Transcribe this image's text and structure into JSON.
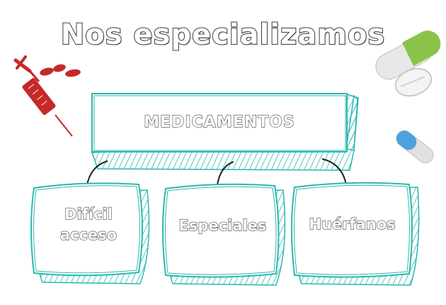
{
  "title": "Nos especializamos",
  "main_node": {
    "label": "MEDICAMENTOS"
  },
  "children": [
    {
      "label": "Difícil\nacceso"
    },
    {
      "label": "Especiales"
    },
    {
      "label": "Huérfanos"
    }
  ],
  "colors": {
    "box_outline": "#2ab7b0",
    "text_outline": "#3c3c3c",
    "syringe": "#c62828",
    "pill_green": "#8bc34a",
    "capsule_blue": "#4aa3df"
  },
  "icons": [
    "syringe-icon",
    "blood-drops-icon",
    "pills-icon",
    "capsule-icon"
  ]
}
